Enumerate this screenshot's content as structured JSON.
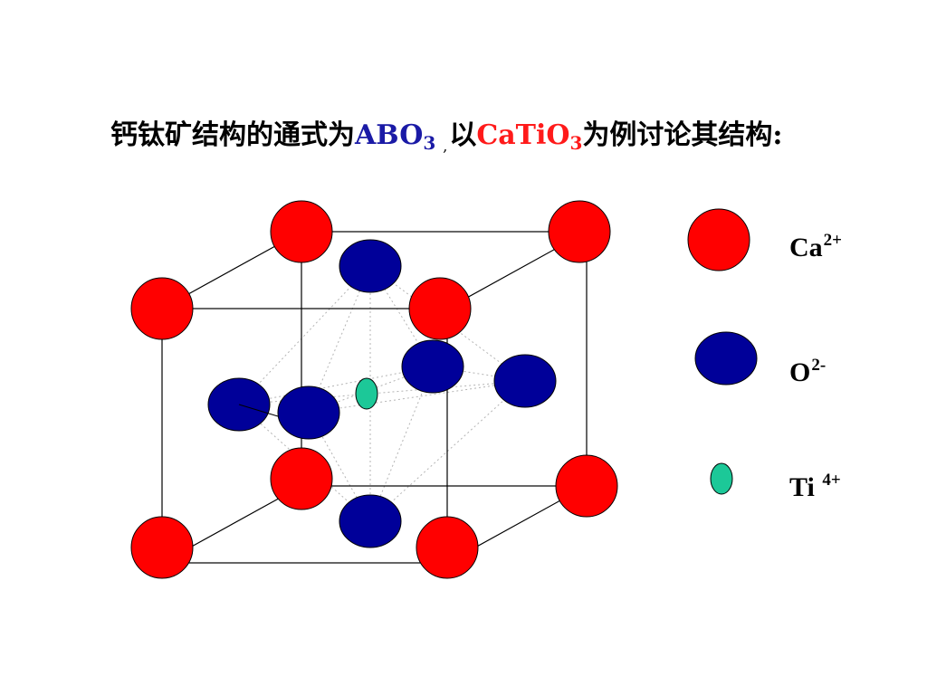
{
  "title": {
    "prefix": "钙钛矿结构的通式为",
    "formula1_main": "ABO",
    "formula1_sub": "3",
    "comma": ",",
    "middle": "以",
    "formula2_main": "CaTiO",
    "formula2_sub": "3",
    "suffix": "为例讨论其结构:"
  },
  "legend": [
    {
      "ion": "Ca",
      "charge": "2+",
      "color": "#ff0000"
    },
    {
      "ion": "O",
      "charge": "2-",
      "color": "#000099"
    },
    {
      "ion": "Ti ",
      "charge": "4+",
      "color": "#1cc898"
    }
  ],
  "colors": {
    "formula1": "#1a1aa6",
    "formula2": "#ff1a1a",
    "ca": "#ff0000",
    "o": "#000099",
    "ti": "#1cc898",
    "edge": "#000000",
    "octahedron": "#b4b4b4"
  }
}
